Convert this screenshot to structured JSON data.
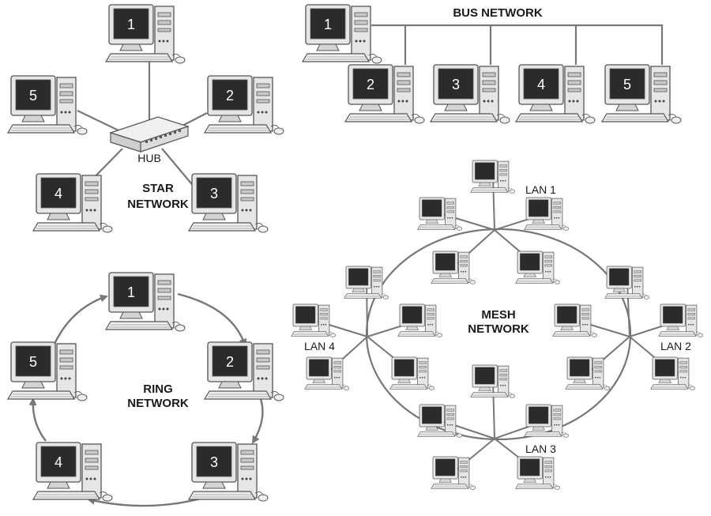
{
  "star": {
    "title_line1": "STAR",
    "title_line2": "NETWORK",
    "hub_label": "HUB",
    "computers": [
      "1",
      "2",
      "3",
      "4",
      "5"
    ]
  },
  "bus": {
    "title": "BUS NETWORK",
    "computers": [
      "1",
      "2",
      "3",
      "4",
      "5"
    ]
  },
  "ring": {
    "title_line1": "RING",
    "title_line2": "NETWORK",
    "computers": [
      "1",
      "2",
      "3",
      "4",
      "5"
    ]
  },
  "mesh": {
    "title_line1": "MESH",
    "title_line2": "NETWORK",
    "lans": [
      "LAN 1",
      "LAN 2",
      "LAN 3",
      "LAN 4"
    ]
  },
  "colors": {
    "line": "#777777",
    "case": "#e6e6e6",
    "screen": "#2b2b2b",
    "outline": "#555555"
  }
}
